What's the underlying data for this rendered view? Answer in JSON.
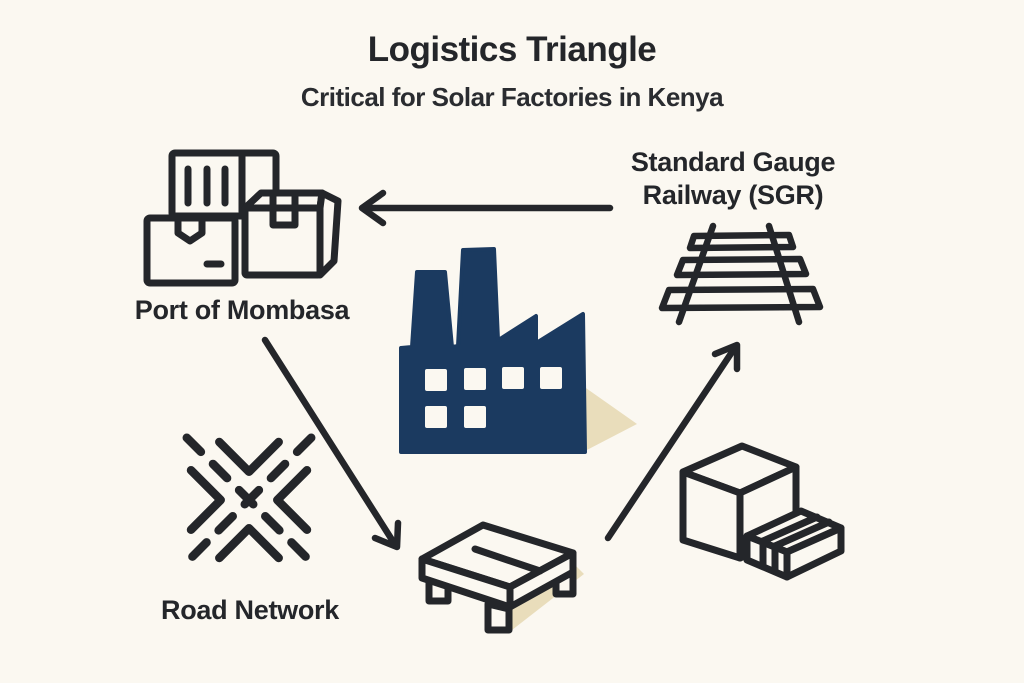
{
  "canvas": {
    "background_color": "#fbf8f1",
    "ink_color": "#24262a",
    "factory_navy_color": "#1b3a60",
    "shadow_beige_color": "#e9ddbb"
  },
  "header": {
    "title": "Logistics Triangle",
    "subtitle": "Critical for Solar Factories in Kenya"
  },
  "nodes": {
    "port": {
      "label": "Port of Mombasa",
      "icon": "cargo-boxes-icon"
    },
    "sgr": {
      "label": "Standard Gauge Railway (SGR)",
      "icon": "railway-track-icon"
    },
    "road": {
      "label": "Road Network",
      "icon": "road-intersection-icon"
    },
    "factory": {
      "icon": "factory-icon"
    },
    "pallet": {
      "icon": "pallet-icon"
    },
    "cargo": {
      "icon": "shipping-boxes-icon"
    }
  },
  "arrows": [
    {
      "from": "sgr",
      "to": "port",
      "direction": "left"
    },
    {
      "from": "port",
      "to": "pallet",
      "direction": "down-right"
    },
    {
      "from": "cargo",
      "to": "sgr",
      "direction": "up-right"
    }
  ]
}
